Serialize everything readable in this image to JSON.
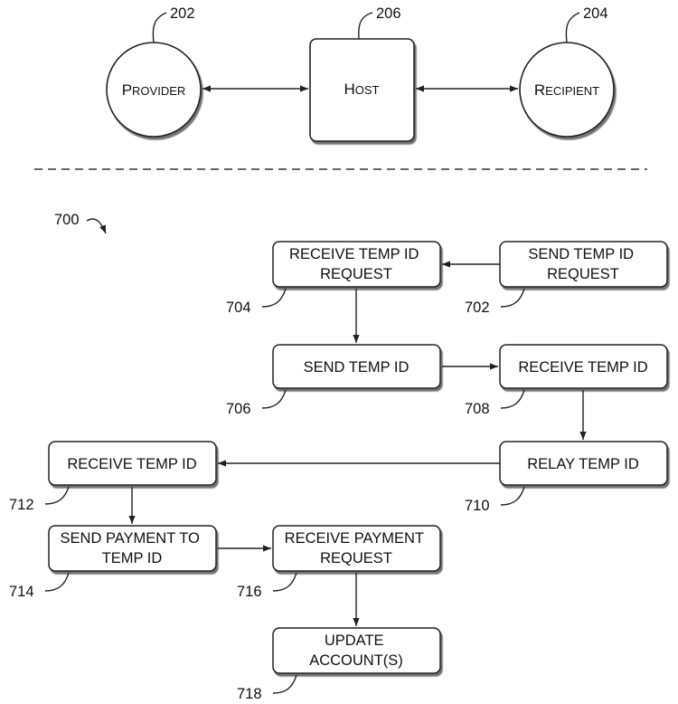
{
  "entities": {
    "provider": {
      "label": "Provider",
      "ref": "202"
    },
    "host": {
      "label": "Host",
      "ref": "206"
    },
    "recipient": {
      "label": "Recipient",
      "ref": "204"
    }
  },
  "flow": {
    "figure_ref": "700",
    "steps": {
      "s702": {
        "lines": [
          "SEND TEMP ID",
          "REQUEST"
        ],
        "ref": "702"
      },
      "s704": {
        "lines": [
          "RECEIVE TEMP ID",
          "REQUEST"
        ],
        "ref": "704"
      },
      "s706": {
        "lines": [
          "SEND TEMP ID"
        ],
        "ref": "706"
      },
      "s708": {
        "lines": [
          "RECEIVE TEMP ID"
        ],
        "ref": "708"
      },
      "s710": {
        "lines": [
          "RELAY TEMP ID"
        ],
        "ref": "710"
      },
      "s712": {
        "lines": [
          "RECEIVE TEMP ID"
        ],
        "ref": "712"
      },
      "s714": {
        "lines": [
          "SEND PAYMENT TO",
          "TEMP ID"
        ],
        "ref": "714"
      },
      "s716": {
        "lines": [
          "RECEIVE PAYMENT",
          "REQUEST"
        ],
        "ref": "716"
      },
      "s718": {
        "lines": [
          "UPDATE",
          "ACCOUNT(S)"
        ],
        "ref": "718"
      }
    }
  }
}
